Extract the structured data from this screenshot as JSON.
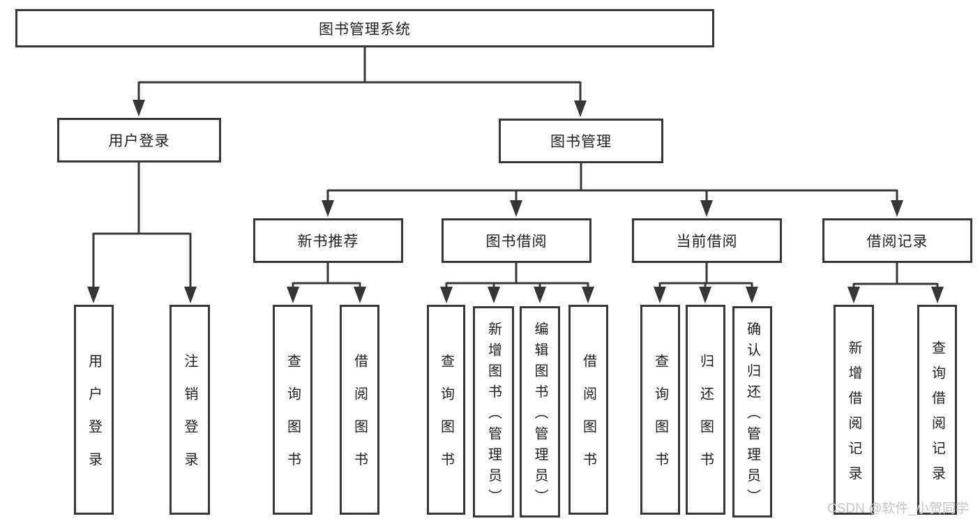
{
  "diagram": {
    "root": {
      "label": "图书管理系统"
    },
    "branches": [
      {
        "label": "用户登录",
        "children": [
          {
            "label": "用户登录"
          },
          {
            "label": "注销登录"
          }
        ]
      },
      {
        "label": "图书管理",
        "children": [
          {
            "label": "新书推荐",
            "children": [
              {
                "label": "查询图书"
              },
              {
                "label": "借阅图书"
              }
            ]
          },
          {
            "label": "图书借阅",
            "children": [
              {
                "label": "查询图书"
              },
              {
                "label": "新增图书（管理员）"
              },
              {
                "label": "编辑图书（管理员）"
              },
              {
                "label": "借阅图书"
              }
            ]
          },
          {
            "label": "当前借阅",
            "children": [
              {
                "label": "查询图书"
              },
              {
                "label": "归还图书"
              },
              {
                "label": "确认归还（管理员）"
              }
            ]
          },
          {
            "label": "借阅记录",
            "children": [
              {
                "label": "新增借阅记录"
              },
              {
                "label": "查询借阅记录"
              }
            ]
          }
        ]
      }
    ]
  },
  "watermark": {
    "text": "CSDN @软件_小贺同学"
  },
  "colors": {
    "line": "#363636",
    "box_border": "#363636",
    "box_background": "#ffffff",
    "text": "#1f1f1f",
    "watermark": "#c4c4c4"
  }
}
